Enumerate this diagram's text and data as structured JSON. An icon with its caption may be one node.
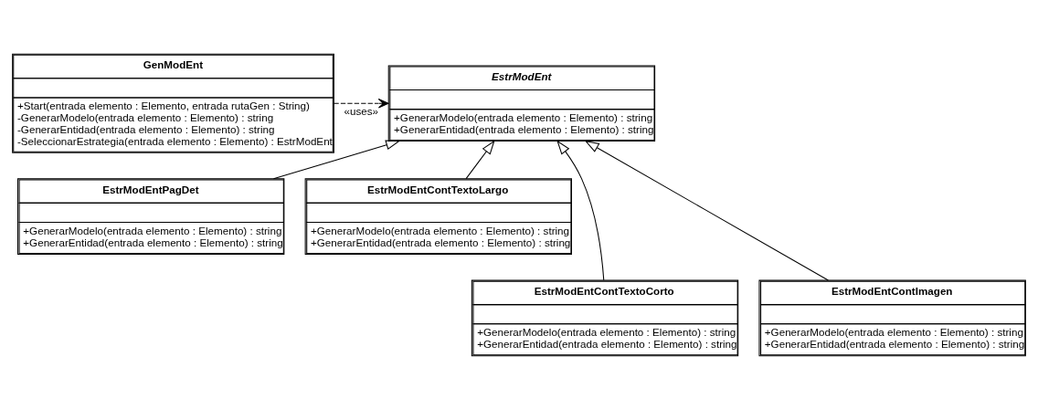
{
  "diagram": {
    "nodes": [
      {
        "text": [
          "GenModEnt",
          "+Start(entrada elemento : Elemento, entrada rutaGen : String)",
          "-GenerarModelo(entrada elemento : Elemento) : string",
          "-GenerarEntidad(entrada elemento : Elemento) : string",
          "-SeleccionarEstrategia(entrada elemento : Elemento) : EstrModEnt"
        ]
      },
      {
        "text": [
          "EstrModEnt",
          "+GenerarModelo(entrada elemento : Elemento) : string",
          "+GenerarEntidad(entrada elemento : Elemento) : string"
        ]
      },
      {
        "text": [
          "EstrModEntPagDet",
          "+GenerarModelo(entrada elemento : Elemento) : string",
          "+GenerarEntidad(entrada elemento : Elemento) : string"
        ]
      },
      {
        "text": [
          "EstrModEntContTextoLargo",
          "+GenerarModelo(entrada elemento : Elemento) : string",
          "+GenerarEntidad(entrada elemento : Elemento) : string"
        ]
      },
      {
        "text": [
          "EstrModEntContTextoCorto",
          "+GenerarModelo(entrada elemento : Elemento) : string",
          "+GenerarEntidad(entrada elemento : Elemento) : string"
        ]
      },
      {
        "text": [
          "EstrModEntContImagen",
          "+GenerarModelo(entrada elemento : Elemento) : string",
          "+GenerarEntidad(entrada elemento : Elemento) : string"
        ]
      }
    ],
    "edges": [
      {
        "from": 0,
        "to": 1,
        "arrow": "to",
        "style": "dashed",
        "label": "«uses»"
      },
      {
        "from": 2,
        "to": 1,
        "arrow": "to"
      },
      {
        "from": 3,
        "to": 1,
        "arrow": "to"
      },
      {
        "from": 4,
        "to": 1,
        "arrow": "to"
      },
      {
        "from": 5,
        "to": 1,
        "arrow": "to"
      }
    ]
  }
}
